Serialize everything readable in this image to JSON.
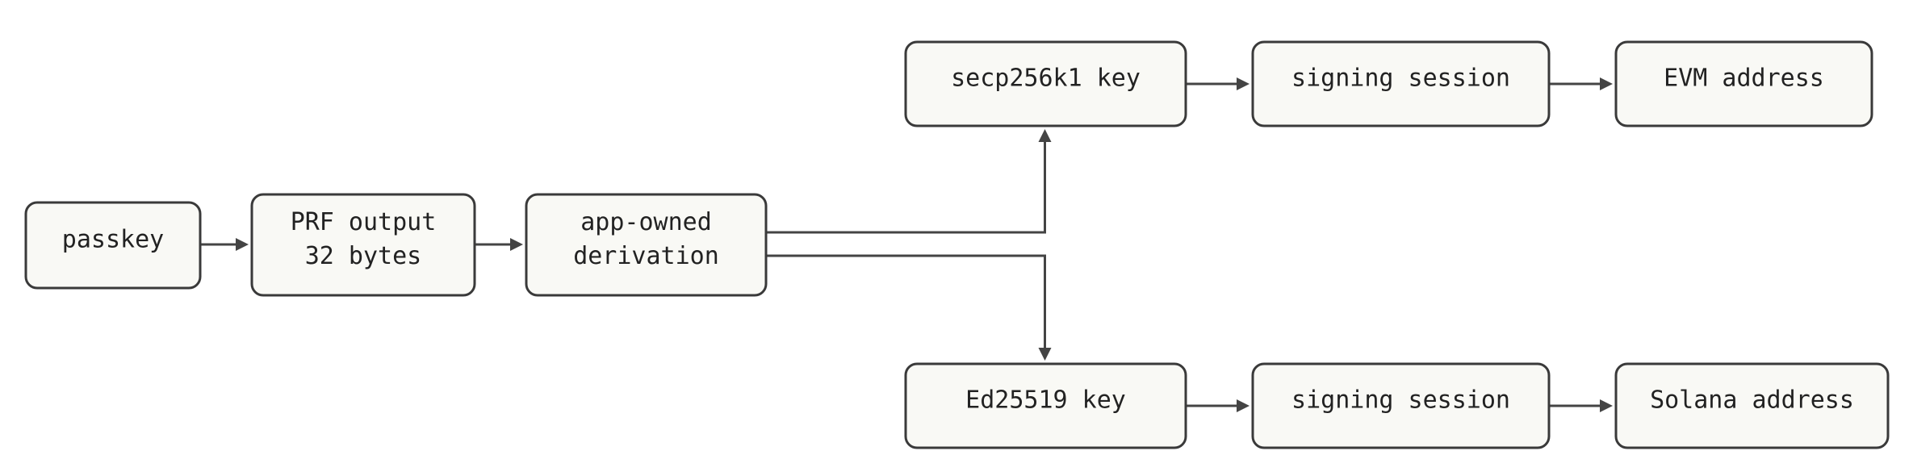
{
  "diagram": {
    "nodes": [
      {
        "id": "passkey",
        "lines": [
          "passkey"
        ]
      },
      {
        "id": "prf",
        "lines": [
          "PRF output",
          "32 bytes"
        ]
      },
      {
        "id": "derive",
        "lines": [
          "app-owned",
          "derivation"
        ]
      },
      {
        "id": "secp",
        "lines": [
          "secp256k1 key"
        ]
      },
      {
        "id": "sign1",
        "lines": [
          "signing session"
        ]
      },
      {
        "id": "evm",
        "lines": [
          "EVM address"
        ]
      },
      {
        "id": "ed",
        "lines": [
          "Ed25519 key"
        ]
      },
      {
        "id": "sign2",
        "lines": [
          "signing session"
        ]
      },
      {
        "id": "sol",
        "lines": [
          "Solana address"
        ]
      }
    ],
    "edges": [
      {
        "from": "passkey",
        "to": "prf"
      },
      {
        "from": "prf",
        "to": "derive"
      },
      {
        "from": "derive",
        "to": "secp"
      },
      {
        "from": "derive",
        "to": "ed"
      },
      {
        "from": "secp",
        "to": "sign1"
      },
      {
        "from": "sign1",
        "to": "evm"
      },
      {
        "from": "ed",
        "to": "sign2"
      },
      {
        "from": "sign2",
        "to": "sol"
      }
    ]
  }
}
